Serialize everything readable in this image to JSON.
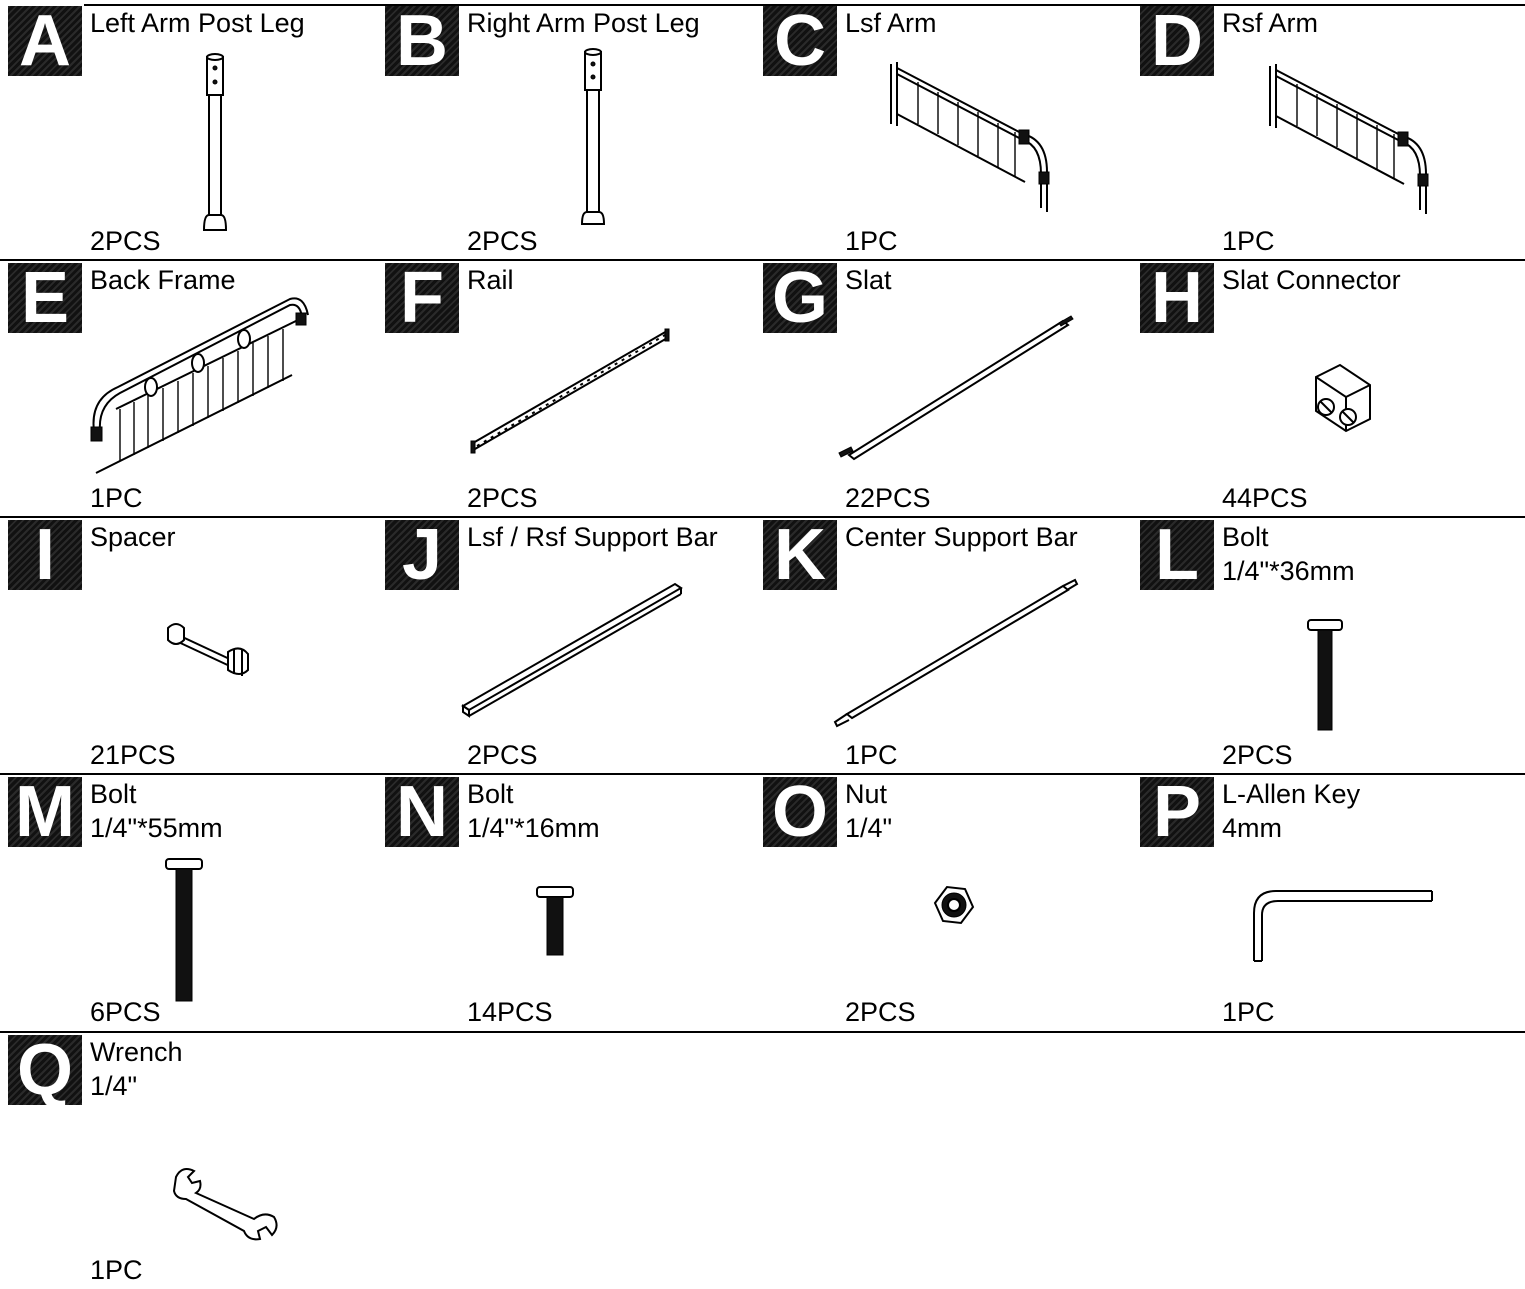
{
  "parts": [
    {
      "letter": "A",
      "name": "Left Arm Post Leg",
      "spec": "",
      "qty": "2PCS",
      "icon": "post-leg-icon"
    },
    {
      "letter": "B",
      "name": "Right Arm Post Leg",
      "spec": "",
      "qty": "2PCS",
      "icon": "post-leg-icon"
    },
    {
      "letter": "C",
      "name": "Lsf Arm",
      "spec": "",
      "qty": "1PC",
      "icon": "arm-frame-icon"
    },
    {
      "letter": "D",
      "name": "Rsf Arm",
      "spec": "",
      "qty": "1PC",
      "icon": "arm-frame-icon"
    },
    {
      "letter": "E",
      "name": "Back Frame",
      "spec": "",
      "qty": "1PC",
      "icon": "back-frame-icon"
    },
    {
      "letter": "F",
      "name": "Rail",
      "spec": "",
      "qty": "2PCS",
      "icon": "rail-icon"
    },
    {
      "letter": "G",
      "name": "Slat",
      "spec": "",
      "qty": "22PCS",
      "icon": "slat-icon"
    },
    {
      "letter": "H",
      "name": "Slat Connector",
      "spec": "",
      "qty": "44PCS",
      "icon": "slat-connector-icon"
    },
    {
      "letter": "I",
      "name": "Spacer",
      "spec": "",
      "qty": "21PCS",
      "icon": "spacer-icon"
    },
    {
      "letter": "J",
      "name": "Lsf / Rsf Support Bar",
      "spec": "",
      "qty": "2PCS",
      "icon": "support-bar-icon"
    },
    {
      "letter": "K",
      "name": "Center Support Bar",
      "spec": "",
      "qty": "1PC",
      "icon": "center-support-bar-icon"
    },
    {
      "letter": "L",
      "name": "Bolt",
      "spec": "1/4\"*36mm",
      "qty": "2PCS",
      "icon": "bolt-icon"
    },
    {
      "letter": "M",
      "name": "Bolt",
      "spec": "1/4\"*55mm",
      "qty": "6PCS",
      "icon": "long-bolt-icon"
    },
    {
      "letter": "N",
      "name": "Bolt",
      "spec": "1/4\"*16mm",
      "qty": "14PCS",
      "icon": "short-bolt-icon"
    },
    {
      "letter": "O",
      "name": "Nut",
      "spec": "1/4\"",
      "qty": "2PCS",
      "icon": "nut-icon"
    },
    {
      "letter": "P",
      "name": "L-Allen Key",
      "spec": "4mm",
      "qty": "1PC",
      "icon": "allen-key-icon"
    },
    {
      "letter": "Q",
      "name": "Wrench",
      "spec": "1/4\"",
      "qty": "1PC",
      "icon": "wrench-icon"
    }
  ]
}
